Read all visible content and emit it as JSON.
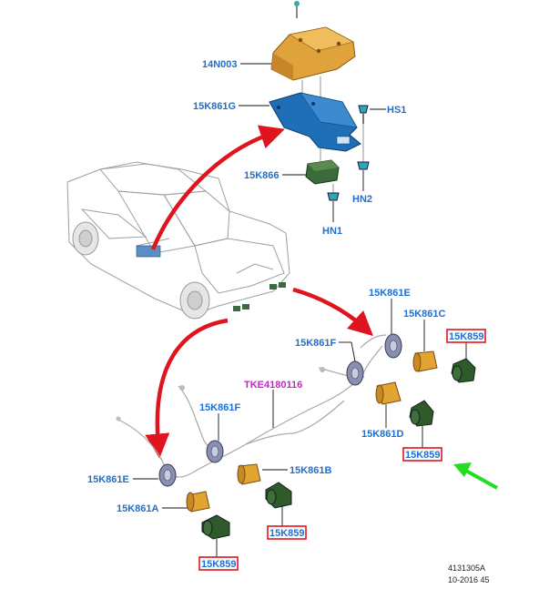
{
  "labels": {
    "module_cover": "14N003",
    "bracket_g": "15K861G",
    "screw_hs1": "HS1",
    "module": "15K866",
    "nut_hn2": "HN2",
    "nut_hn1": "HN1",
    "harness": "TKE4180116",
    "holder_e_right": "15K861E",
    "holder_c": "15K861C",
    "sensor_right_top": "15K859",
    "holder_f_right": "15K861F",
    "holder_d": "15K861D",
    "sensor_right_bottom": "15K859",
    "holder_f_left": "15K861F",
    "holder_b": "15K861B",
    "holder_e_left": "15K861E",
    "sensor_left_mid": "15K859",
    "holder_a": "15K861A",
    "sensor_left_bottom": "15K859"
  },
  "reference": {
    "drawing_number": "4131305A",
    "date_code": "10-2016 45"
  },
  "colors": {
    "label_blue": "#1f6fd1",
    "label_magenta": "#d01fd1",
    "highlight_red": "#e0141e",
    "arrow_red": "#e0141e",
    "arrow_green": "#22dd22",
    "cover_orange": "#e0a23a",
    "bracket_blue": "#1f6fb8",
    "sensor_green": "#2f5a2a",
    "holder_orange": "#e3a531",
    "bezel_grey": "#8a8fb0"
  }
}
